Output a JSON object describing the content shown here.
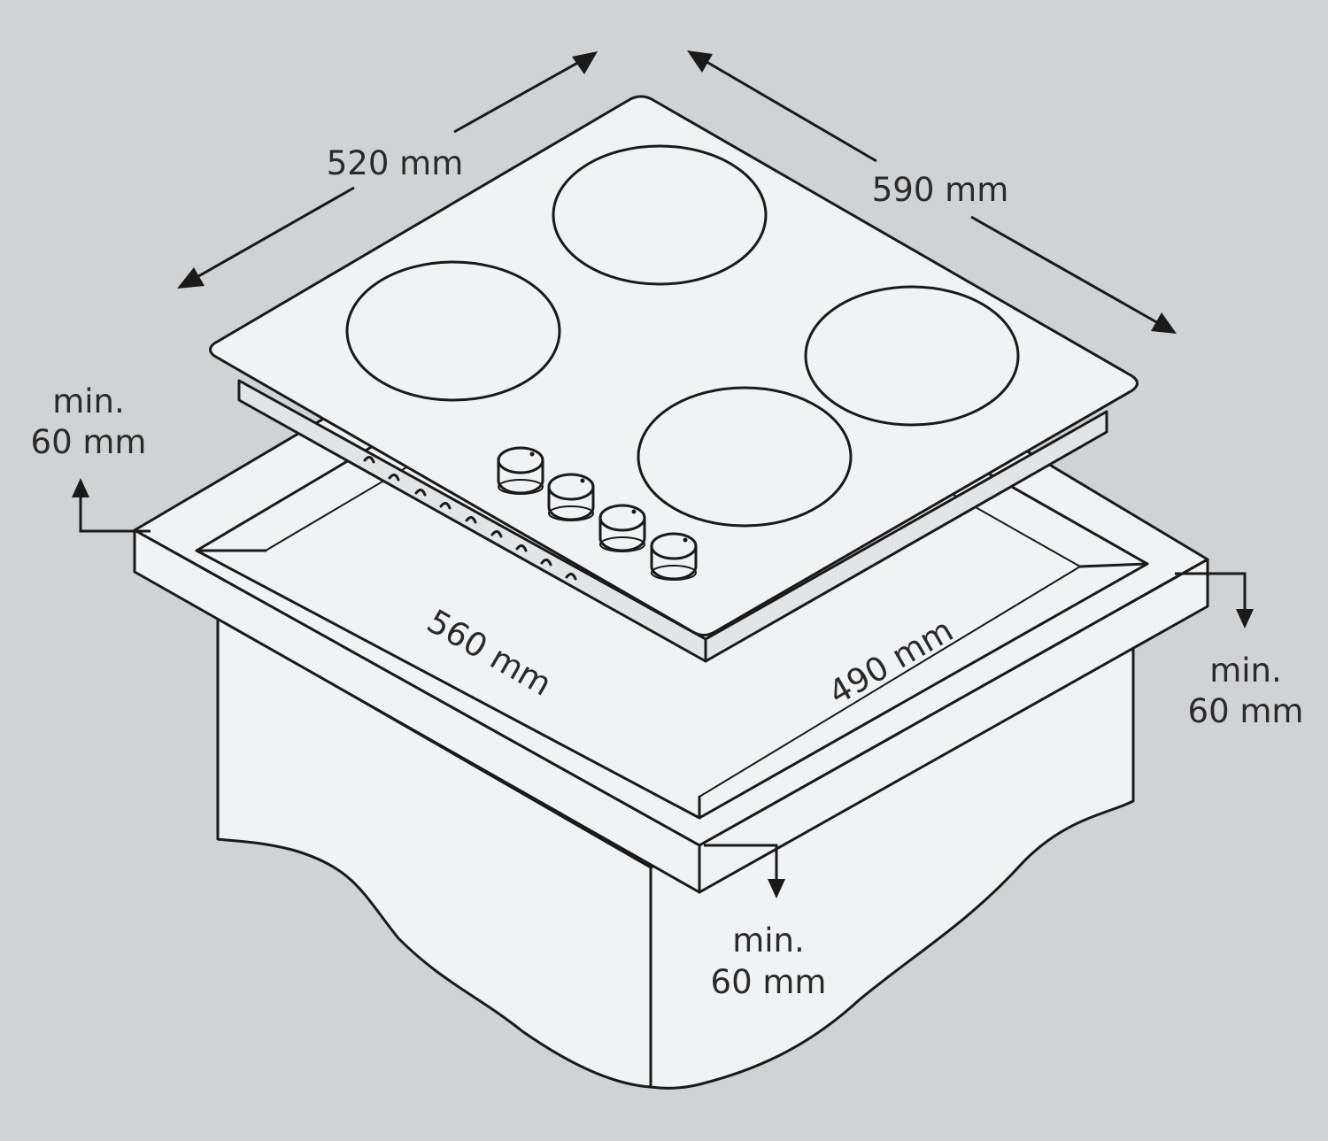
{
  "dimensions": {
    "hob_depth": "520 mm",
    "hob_width": "590 mm",
    "cutout_width": "560 mm",
    "cutout_depth": "490 mm"
  },
  "clearances": {
    "rear": {
      "line1": "min.",
      "line2": "60 mm"
    },
    "side": {
      "line1": "min.",
      "line2": "60 mm"
    },
    "front": {
      "line1": "min.",
      "line2": "60 mm"
    }
  },
  "appearance": {
    "background": "#d1d2d4",
    "drawing_fill": "#f1f2f4",
    "line_color": "#1a1a1a",
    "text_color": "#2a2a2a"
  },
  "hob": {
    "cooking_zones": 4,
    "control_knobs": 4
  }
}
